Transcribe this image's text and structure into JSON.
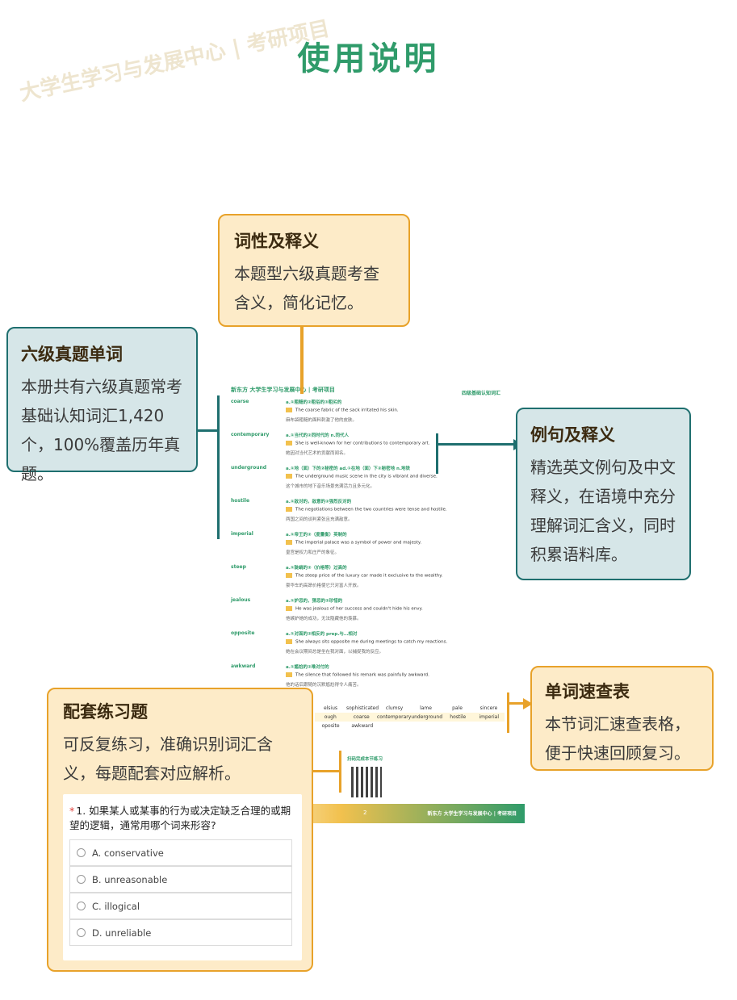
{
  "page_title": "使用说明",
  "watermark": "大学生学习与发展中心 | 考研项目",
  "boxes": {
    "pos": {
      "heading": "词性及释义",
      "text": "本题型六级真题考查含义，简化记忆。"
    },
    "words": {
      "heading": "六级真题单词",
      "text": "本册共有六级真题常考基础认知词汇1,420个，100%覆盖历年真题。"
    },
    "examples": {
      "heading": "例句及释义",
      "text": "精选英文例句及中文释义，在语境中充分理解词汇含义，同时积累语料库。"
    },
    "table": {
      "heading": "单词速查表",
      "text": "本节词汇速查表格，便于快速回顾复习。"
    },
    "practice": {
      "heading": "配套练习题",
      "text": "可反复练习，准确识别词汇含义，每题配套对应解析。"
    }
  },
  "doc": {
    "brand": "新东方 大学生学习与发展中心 | 考研项目",
    "header_right": "四级基础认知词汇",
    "entries": [
      {
        "word": "coarse",
        "meaning": "a.①粗糙的②粗俗的③粗劣的",
        "example": "The coarse fabric of the sack irritated his skin.",
        "cn": "麻布袋粗糙的面料刺激了他的皮肤。"
      },
      {
        "word": "contemporary",
        "meaning": "a.①当代的②同时代的 n.同代人",
        "example": "She is well-known for her contributions to contemporary art.",
        "cn": "她因对当代艺术的贡献而闻名。"
      },
      {
        "word": "underground",
        "meaning": "a.①地（面）下的②秘密的 ad.①在地（面）下②秘密地 n.地铁",
        "example": "The underground music scene in the city is vibrant and diverse.",
        "cn": "这个城市的地下音乐场景充满活力且多元化。"
      },
      {
        "word": "hostile",
        "meaning": "a.①敌对的，敌意的②强烈反对的",
        "example": "The negotiations between the two countries were tense and hostile.",
        "cn": "两国之间的谈判紧张且充满敌意。"
      },
      {
        "word": "imperial",
        "meaning": "a.①帝王的②（度量衡）英制的",
        "example": "The imperial palace was a symbol of power and majesty.",
        "cn": "皇宫是权力和庄严的象征。"
      },
      {
        "word": "steep",
        "meaning": "a.①陡峭的②（价格等）过高的",
        "example": "The steep price of the luxury car made it exclusive to the wealthy.",
        "cn": "豪华车的高昂价格使它只对富人开放。"
      },
      {
        "word": "jealous",
        "meaning": "a.①妒忌的，猜忌的②珍惜的",
        "example": "He was jealous of her success and couldn't hide his envy.",
        "cn": "他嫉妒她的成功，无法隐藏他的羡慕。"
      },
      {
        "word": "opposite",
        "meaning": "a.①对面的②相反的 prep.与…相对",
        "example": "She always sits opposite me during meetings to catch my reactions.",
        "cn": "她在会议期间总是坐在我对面，以捕捉我的反应。"
      },
      {
        "word": "awkward",
        "meaning": "a.①尴尬的②难对付的",
        "example": "The silence that followed his remark was painfully awkward.",
        "cn": "他的话后跟随的沉默尴尬得令人痛苦。"
      }
    ],
    "table_rows": [
      [
        "elsius",
        "sophisticated",
        "clumsy",
        "lame",
        "pale",
        "sincere"
      ],
      [
        "ough",
        "coarse",
        "contemporary",
        "underground",
        "hostile",
        "imperial"
      ],
      [
        "oposite",
        "awkward",
        "",
        "",
        "",
        ""
      ]
    ],
    "qr_label": "扫码完成本节练习",
    "page_number": "2",
    "footer_brand": "新东方 大学生学习与发展中心 | 考研项目"
  },
  "quiz": {
    "question": "1. 如果某人或某事的行为或决定缺乏合理的或期望的逻辑，通常用哪个词来形容?",
    "options": [
      "A. conservative",
      "B. unreasonable",
      "C. illogical",
      "D. unreliable"
    ]
  },
  "colors": {
    "orange": "#e8a22a",
    "teal": "#1f6f6f",
    "green": "#2f9b6a"
  }
}
